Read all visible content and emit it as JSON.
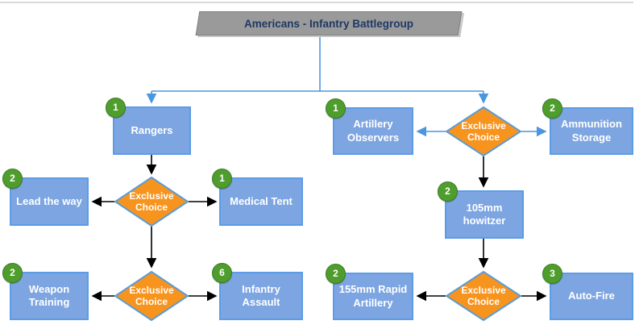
{
  "title": {
    "label": "Americans - Infantry Battlegroup"
  },
  "decisions": [
    {
      "label": "Exclusive Choice"
    },
    {
      "label": "Exclusive Choice"
    },
    {
      "label": "Exclusive Choice"
    },
    {
      "label": "Exclusive Choice"
    }
  ],
  "nodes": {
    "rangers": {
      "label": "Rangers",
      "badge": "1"
    },
    "lead_the_way": {
      "label": "Lead the way",
      "badge": "2"
    },
    "medical_tent": {
      "label": "Medical Tent",
      "badge": "1"
    },
    "weapon_training": {
      "label": "Weapon Training",
      "badge": "2"
    },
    "infantry_assault": {
      "label": "Infantry Assault",
      "badge": "6"
    },
    "artillery_observers": {
      "label": "Artillery Observers",
      "badge": "1"
    },
    "ammunition_storage": {
      "label": "Ammunition Storage",
      "badge": "2"
    },
    "howitzer_105mm": {
      "label": "105mm howitzer",
      "badge": "2"
    },
    "rapid_artillery_155mm": {
      "label": "155mm Rapid Artillery",
      "badge": "2"
    },
    "auto_fire": {
      "label": "Auto-Fire",
      "badge": "3"
    }
  },
  "colors": {
    "node_fill": "#7da5e1",
    "node_border": "#5c9ce6",
    "diamond_fill": "#f7941e",
    "diamond_border": "#5b9bd5",
    "badge_fill": "#4e9d2d",
    "badge_border": "#3c7e22",
    "title_fill": "#9a9a9a",
    "title_border": "#7f7f7f",
    "title_text": "#1f3864",
    "edge_dark": "#000000",
    "edge_blue": "#4a96e0",
    "topbar_line": "#d9d9d9"
  }
}
